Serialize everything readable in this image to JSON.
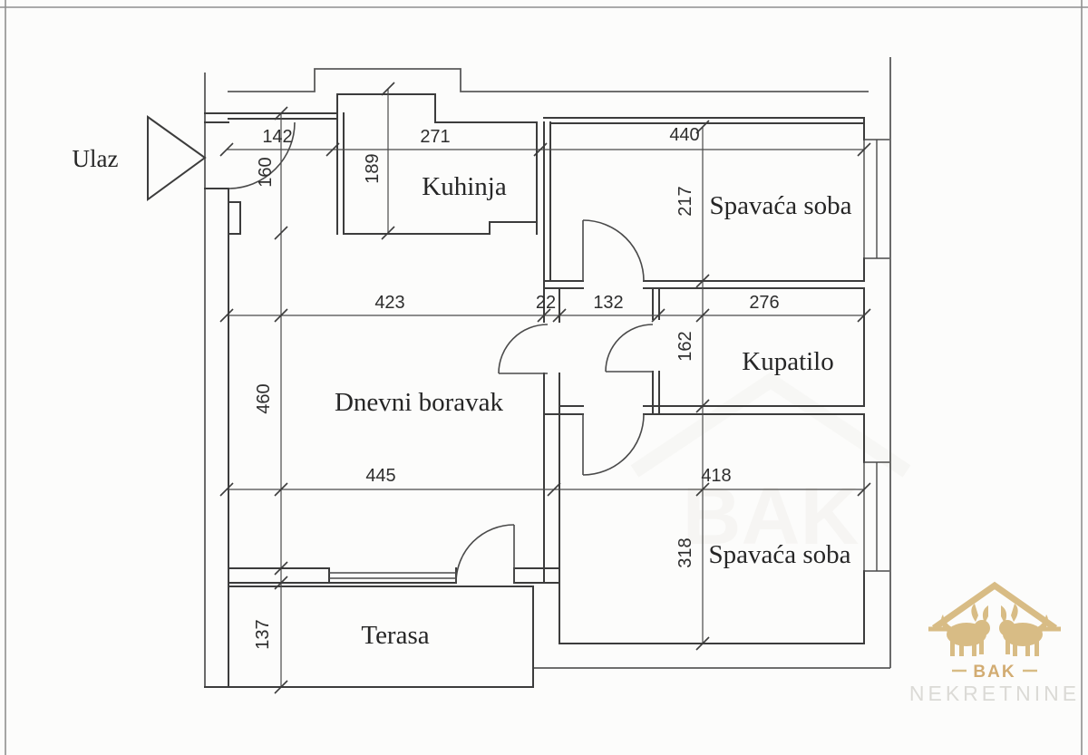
{
  "page": {
    "background": "#fcfcfb",
    "wall_color": "#3c3c3c",
    "frame_color": "#8f8f8f"
  },
  "entrance": {
    "label": "Ulaz"
  },
  "rooms": {
    "kitchen": {
      "label": "Kuhinja"
    },
    "bedroom_top": {
      "label": "Spavaća soba"
    },
    "bathroom": {
      "label": "Kupatilo"
    },
    "living_room": {
      "label": "Dnevni boravak"
    },
    "bedroom_bottom": {
      "label": "Spavaća soba"
    },
    "terrace": {
      "label": "Terasa"
    }
  },
  "dimensions_cm": {
    "entry_nook_width": "142",
    "kitchen_width": "271",
    "bedroom_top_width": "440",
    "entry_nook_height": "160",
    "kitchen_height": "189",
    "bedroom_top_height": "217",
    "living_width": "423",
    "hall_wall": "22",
    "hall_width": "132",
    "bathroom_width": "276",
    "living_height": "460",
    "bathroom_height": "162",
    "living_width_bottom": "445",
    "bedroom_bottom_width": "418",
    "bedroom_bottom_height": "318",
    "terrace_height": "137"
  },
  "watermark": {
    "brand": "BAK",
    "subtitle": "NEKRETNINE",
    "gold": "#d8bc85",
    "gray": "#dbdad6"
  }
}
